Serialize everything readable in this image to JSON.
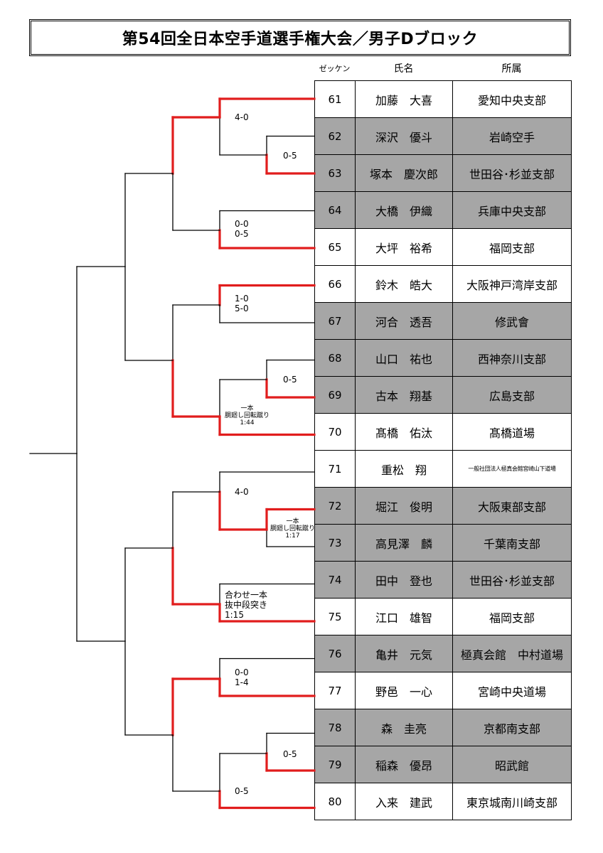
{
  "title": "第54回全日本空手道選手権大会／男子Dブロック",
  "headers": {
    "zekken": "ゼッケン",
    "name": "氏名",
    "affiliation": "所属"
  },
  "entries": [
    {
      "num": "61",
      "name": "加藤　大喜",
      "aff": "愛知中央支部",
      "shaded": false
    },
    {
      "num": "62",
      "name": "深沢　優斗",
      "aff": "岩崎空手",
      "shaded": true
    },
    {
      "num": "63",
      "name": "塚本　慶次郎",
      "aff": "世田谷･杉並支部",
      "shaded": true
    },
    {
      "num": "64",
      "name": "大橋　伊織",
      "aff": "兵庫中央支部",
      "shaded": true
    },
    {
      "num": "65",
      "name": "大坪　裕希",
      "aff": "福岡支部",
      "shaded": false
    },
    {
      "num": "66",
      "name": "鈴木　皓大",
      "aff": "大阪神戸湾岸支部",
      "shaded": false
    },
    {
      "num": "67",
      "name": "河合　透吾",
      "aff": "修武會",
      "shaded": true
    },
    {
      "num": "68",
      "name": "山口　祐也",
      "aff": "西神奈川支部",
      "shaded": true
    },
    {
      "num": "69",
      "name": "古本　翔基",
      "aff": "広島支部",
      "shaded": true
    },
    {
      "num": "70",
      "name": "髙橋　佑汰",
      "aff": "髙橋道場",
      "shaded": false
    },
    {
      "num": "71",
      "name": "重松　翔",
      "aff": "一般社団法人極真会館宮崎山下道場",
      "shaded": false,
      "tiny": true
    },
    {
      "num": "72",
      "name": "堀江　俊明",
      "aff": "大阪東部支部",
      "shaded": true
    },
    {
      "num": "73",
      "name": "高見澤　麟",
      "aff": "千葉南支部",
      "shaded": true
    },
    {
      "num": "74",
      "name": "田中　登也",
      "aff": "世田谷･杉並支部",
      "shaded": true
    },
    {
      "num": "75",
      "name": "江口　雄智",
      "aff": "福岡支部",
      "shaded": false
    },
    {
      "num": "76",
      "name": "亀井　元気",
      "aff": "極真会館　中村道場",
      "shaded": true
    },
    {
      "num": "77",
      "name": "野邑　一心",
      "aff": "宮崎中央道場",
      "shaded": false
    },
    {
      "num": "78",
      "name": "森　圭亮",
      "aff": "京都南支部",
      "shaded": true
    },
    {
      "num": "79",
      "name": "稲森　優昂",
      "aff": "昭武館",
      "shaded": true
    },
    {
      "num": "80",
      "name": "入来　建武",
      "aff": "東京城南川崎支部",
      "shaded": false
    }
  ],
  "scores": [
    {
      "lines": [
        "4-0"
      ]
    },
    {
      "lines": [
        "0-5"
      ]
    },
    {
      "lines": [
        "0-0",
        "0-5"
      ]
    },
    {
      "lines": [
        "1-0",
        "5-0"
      ]
    },
    {
      "lines": [
        "0-5"
      ]
    },
    {
      "lines": [
        "一本",
        "胴廻し回転蹴り",
        "1:44"
      ]
    },
    {
      "lines": [
        "4-0"
      ]
    },
    {
      "lines": [
        "一本",
        "胴廻し回転蹴り",
        "1:17"
      ]
    },
    {
      "lines": [
        "合わせ一本",
        "抜中段突き",
        "1:15"
      ]
    },
    {
      "lines": [
        "0-0",
        "1-4"
      ]
    },
    {
      "lines": [
        "0-5"
      ]
    },
    {
      "lines": [
        "0-5"
      ]
    }
  ],
  "colors": {
    "winner_line": "#e11d1d",
    "line": "#000000",
    "shaded_row": "#a6a6a6"
  }
}
